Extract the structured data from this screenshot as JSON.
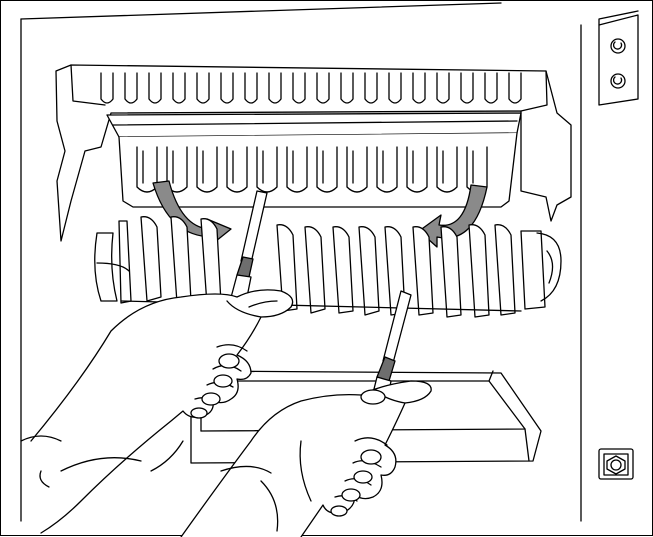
{
  "illustration": {
    "subject": "ice-maker-tray-and-ejector-clearing",
    "ink_color": "#000000",
    "paper_color": "#ffffff",
    "arrow_color": "#8a8a8a",
    "tool_handle_color": "#6e6e6e",
    "icons": [
      "ice-tray",
      "ejector-fingers",
      "screwdriver",
      "hand",
      "bin",
      "control-knobs",
      "hex-fastener"
    ]
  }
}
